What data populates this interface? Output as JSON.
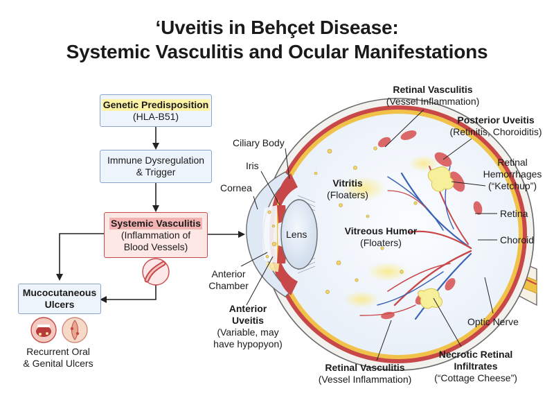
{
  "title": {
    "line1": "‘Uveitis in Behçet Disease:",
    "line2": "Systemic Vasculitis and Ocular Manifestations"
  },
  "flow": {
    "genetic": {
      "title": "Genetic Predisposition",
      "sub": "(HLA-B51)"
    },
    "immune": {
      "line1": "Immune Dysregulation",
      "line2": "& Trigger"
    },
    "systemic": {
      "title": "Systemic Vasculitis",
      "sub1": "(Inflammation of",
      "sub2": "Blood Vessels)"
    },
    "mucocutaneous": {
      "line1": "Mucocutaneous",
      "line2": "Ulcers"
    },
    "recurrent": {
      "line1": "Recurrent Oral",
      "line2": "& Genital Ulcers"
    }
  },
  "eye_labels": {
    "ciliary_body": "Ciliary Body",
    "iris": "Iris",
    "cornea": "Cornea",
    "lens": "Lens",
    "anterior_chamber": {
      "line1": "Anterior",
      "line2": "Chamber"
    },
    "anterior_uveitis": {
      "t1": "Anterior",
      "t2": "Uveitis",
      "s1": "(Variable, may",
      "s2": "have hypopyon)"
    },
    "vitritis": {
      "title": "Vitritis",
      "sub": "(Floaters)"
    },
    "vitreous_humor": {
      "title": "Vitreous Humor",
      "sub": "(Floaters)"
    },
    "retinal_vasculitis_top": {
      "title": "Retinal Vasculitis",
      "sub": "(Vessel Inflammation)"
    },
    "posterior_uveitis": {
      "title": "Posterior Uveitis",
      "sub": "(Retinitis, Choroiditis)"
    },
    "retinal_hemorrhages": {
      "line1": "Retinal",
      "line2": "Hemorrhages",
      "line3": "(“Ketchup”)"
    },
    "retina": "Retina",
    "choroid": "Choroid",
    "optic_nerve": "Optic Nerve",
    "necrotic": {
      "t1": "Necrotic Retinal",
      "t2": "Infiltrates",
      "sub": "(“Cottage Cheese”)"
    },
    "retinal_vasculitis_bottom": {
      "title": "Retinal Vasculitis",
      "sub": "(Vessel Inflammation)"
    }
  },
  "colors": {
    "box_fill": "#eef4fb",
    "box_border": "#8aa3c6",
    "highlight_yellow": "#fff3a6",
    "highlight_red": "#f3b3b3",
    "sclera_red": "#c8484a",
    "optic_nerve_yellow": "#f0c24a",
    "vessel_blue": "#3b63b5"
  }
}
